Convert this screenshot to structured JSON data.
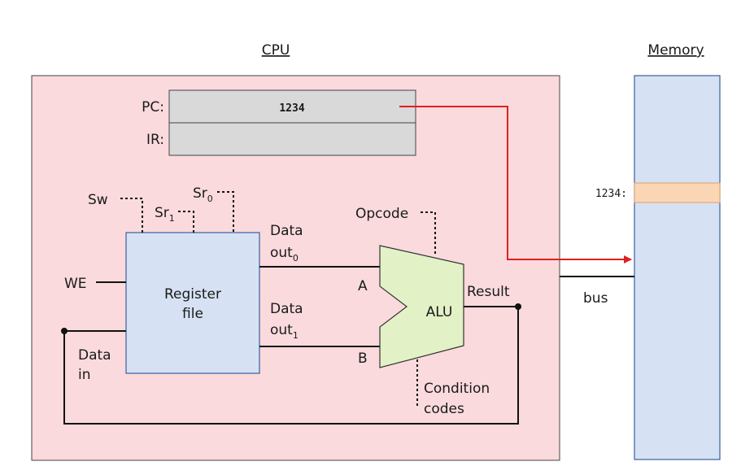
{
  "titles": {
    "cpu": "CPU",
    "memory": "Memory"
  },
  "registers": {
    "pc_label": "PC:",
    "pc_value": "1234",
    "ir_label": "IR:"
  },
  "register_file": {
    "label_line1": "Register",
    "label_line2": "file",
    "we": "WE",
    "sw": "Sw",
    "sr1": "Sr",
    "sr1_sub": "1",
    "sr0": "Sr",
    "sr0_sub": "0",
    "data_in_line1": "Data",
    "data_in_line2": "in"
  },
  "data_out": {
    "out0_line1": "Data",
    "out0_line2": "out",
    "out0_sub": "0",
    "out1_line1": "Data",
    "out1_line2": "out",
    "out1_sub": "1"
  },
  "alu": {
    "label": "ALU",
    "input_a": "A",
    "input_b": "B",
    "opcode": "Opcode",
    "result": "Result",
    "condition_line1": "Condition",
    "condition_line2": "codes"
  },
  "bus_label": "bus",
  "memory": {
    "address_label": "1234:"
  },
  "colors": {
    "cpu_fill": "#fadadd",
    "memory_fill": "#d6e2f3",
    "register_file_fill": "#d6e2f3",
    "alu_fill": "#e3f1c6",
    "highlight_cell": "#fbd6b4",
    "register_fill": "#d9d9d9",
    "arrow": "#e02020"
  }
}
